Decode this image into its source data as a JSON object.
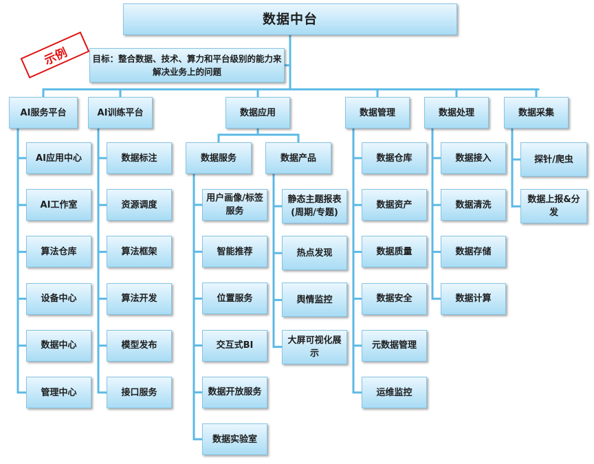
{
  "title": "数据中台",
  "goal": "目标：整合数据、技术、算力和平台级别的能力来解决业务上的问题",
  "stamp": "示例",
  "categories": {
    "ai_service": {
      "label": "AI服务平台",
      "items": [
        "AI应用中心",
        "AI工作室",
        "算法仓库",
        "设备中心",
        "数据中心",
        "管理中心"
      ]
    },
    "ai_training": {
      "label": "AI训练平台",
      "items": [
        "数据标注",
        "资源调度",
        "算法框架",
        "算法开发",
        "模型发布",
        "接口服务"
      ]
    },
    "data_app": {
      "label": "数据应用",
      "services": {
        "label": "数据服务",
        "items": [
          "用户画像/标签服务",
          "智能推荐",
          "位置服务",
          "交互式BI",
          "数据开放服务",
          "数据实验室"
        ]
      },
      "products": {
        "label": "数据产品",
        "items": [
          "静态主题报表(周期/专题)",
          "热点发现",
          "舆情监控",
          "大屏可视化展示"
        ]
      }
    },
    "data_mgmt": {
      "label": "数据管理",
      "items": [
        "数据仓库",
        "数据资产",
        "数据质量",
        "数据安全",
        "元数据管理",
        "运维监控"
      ]
    },
    "data_proc": {
      "label": "数据处理",
      "items": [
        "数据接入",
        "数据清洗",
        "数据存储",
        "数据计算"
      ]
    },
    "data_collect": {
      "label": "数据采集",
      "items": [
        "探针/爬虫",
        "数据上报&分发"
      ]
    }
  },
  "colors": {
    "line": "#5bb9e6",
    "box_border": "#86c4e3",
    "stamp": "#e01010"
  }
}
